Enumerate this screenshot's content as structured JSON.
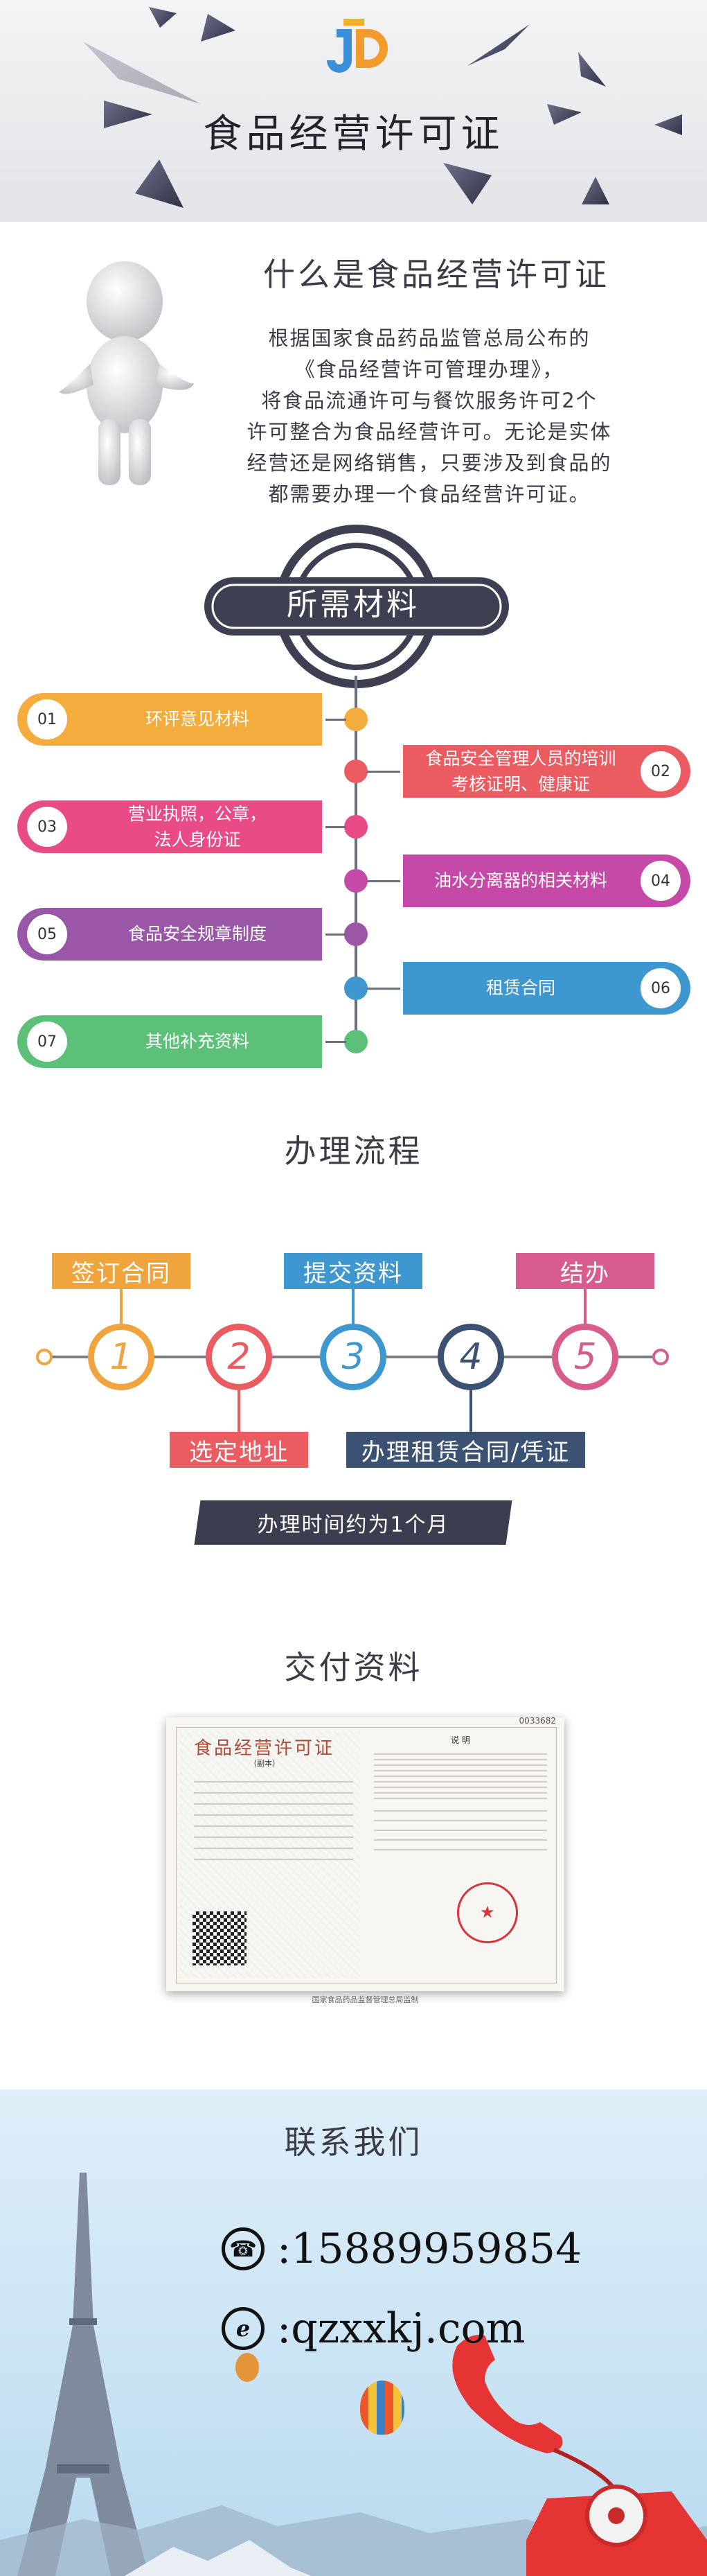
{
  "header": {
    "title": "食品经营许可证",
    "logo_icon": "jc-logo-icon"
  },
  "intro": {
    "title": "什么是食品经营许可证",
    "lines": [
      "根据国家食品药品监管总局公布的",
      "《食品经营许可管理办理》，",
      "将食品流通许可与餐饮服务许可2个",
      "许可整合为食品经营许可。无论是实体",
      "经营还是网络销售，只要涉及到食品的",
      "都需要办理一个食品经营许可证。"
    ]
  },
  "materials": {
    "title": "所需材料",
    "items": [
      {
        "num": "01",
        "text": "环评意见材料",
        "color": "#f4ad3d"
      },
      {
        "num": "02",
        "text": "食品安全管理人员的培训\n考核证明、健康证",
        "color": "#ea5b62"
      },
      {
        "num": "03",
        "text": "营业执照，公章，\n法人身份证",
        "color": "#e84b86"
      },
      {
        "num": "04",
        "text": "油水分离器的相关材料",
        "color": "#c54aa8"
      },
      {
        "num": "05",
        "text": "食品安全规章制度",
        "color": "#9a57a7"
      },
      {
        "num": "06",
        "text": "租赁合同",
        "color": "#3f97cf"
      },
      {
        "num": "07",
        "text": "其他补充资料",
        "color": "#5cc079"
      }
    ]
  },
  "process": {
    "title": "办理流程",
    "steps": [
      {
        "num": "1",
        "label": "签订合同",
        "color": "#f0a43d"
      },
      {
        "num": "2",
        "label": "选定地址",
        "color": "#ea5b62"
      },
      {
        "num": "3",
        "label": "提交资料",
        "color": "#3f97cf"
      },
      {
        "num": "4",
        "label": "办理租赁合同/凭证",
        "color": "#3c5272"
      },
      {
        "num": "5",
        "label": "结办",
        "color": "#d85d8e"
      }
    ],
    "time_note": "办理时间约为1个月"
  },
  "delivery": {
    "title": "交付资料",
    "license": {
      "header": "食品经营许可证",
      "subheader": "（副本）",
      "serial": "0033682",
      "notes_title": "说 明",
      "footer": "国家食品药品监督管理总局监制"
    }
  },
  "contact": {
    "title": "联系我们",
    "phone": ":15889959854",
    "website": ":qzxxkj.com",
    "phone_icon": "telephone-icon",
    "web_icon": "internet-explorer-icon"
  }
}
